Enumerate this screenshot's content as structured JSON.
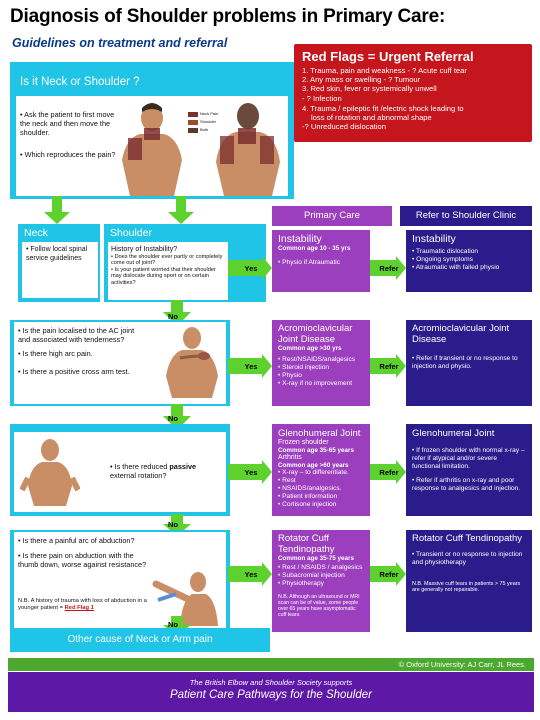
{
  "header": {
    "title": "Diagnosis of Shoulder problems in Primary Care:",
    "subtitle": "Guidelines on treatment and referral"
  },
  "red_flags": {
    "title": "Red Flags = Urgent Referral",
    "items": [
      "1. Trauma, pain and weakness - ? Acute cuff tear",
      "2. Any mass or swelling - ? Tumour",
      "3. Red skin, fever or systemically unwell",
      "- ? Infection",
      "4. Trauma / epileptic fit /electric shock leading to",
      "loss of rotation and abnormal shape",
      "-? Unreduced dislocation"
    ]
  },
  "start": {
    "question": "Is it Neck or Shoulder ?",
    "step1": "• Ask the patient to first move the neck and then move the shoulder.",
    "step2": "• Which reproduces the pain?",
    "legend": [
      "Neck Pain",
      "Shoulder",
      "Both"
    ]
  },
  "column_headers": {
    "primary": "Primary Care",
    "refer": "Refer to Shoulder Clinic"
  },
  "neck": {
    "title": "Neck",
    "text": "• Follow local spinal service guidelines"
  },
  "shoulder": {
    "title": "Shoulder",
    "q": "History of Instability?",
    "b1": "• Does the shoulder ever partly or completely come out of joint?",
    "b2": "• Is your patient worried that their shoulder may dislocate during sport or on certain activities?"
  },
  "labels": {
    "yes": "Yes",
    "no": "No",
    "refer": "Refer"
  },
  "instability": {
    "primary_title": "Instability",
    "primary_age": "Common age 10 - 35 yrs",
    "primary_items": [
      "• Physio if Atraumatic"
    ],
    "refer_title": "Instability",
    "refer_items": [
      "• Traumatic dislocation",
      "• Ongoing symptoms",
      "• Atraumatic with failed physio"
    ]
  },
  "ac": {
    "q1": "• Is the pain localised to the AC joint and associated with tenderness?",
    "q2": "• Is there high arc pain.",
    "q3": "• Is there a positive cross arm test.",
    "primary_title": "Acromioclavicular Joint Disease",
    "primary_age": "Common age >30 yrs",
    "primary_items": [
      "• Rest/NSAIDS/analgesics",
      "• Steroid injection",
      "• Physio",
      "• X-ray if no improvement"
    ],
    "refer_title": "Acromioclavicular Joint Disease",
    "refer_items": [
      "• Refer if transient or no response to injection and physio."
    ]
  },
  "gh": {
    "q1_a": "• Is there reduced ",
    "q1_b": "passive",
    "q1_c": " external rotation?",
    "primary_title": "Glenohumeral Joint",
    "primary_sub1": "Frozen shoulder",
    "primary_age1": "Common age 35-65 years",
    "primary_sub2": "Arthritis",
    "primary_age2": "Common age >60 years",
    "primary_items": [
      "• X-ray – to differentiate.",
      "• Rest",
      "• NSAIDS/analgesics.",
      "• Patient information",
      "• Cortisone injection"
    ],
    "refer_title": "Glenohumeral Joint",
    "refer_items": [
      "• If frozen shoulder with normal x-ray – refer if atypical and/or severe functional limitation.",
      "• Refer if arthritis on x-ray and poor response to analgesics and injection."
    ]
  },
  "rc": {
    "q1": "• Is there a painful arc of abduction?",
    "q2": "• Is there pain on abduction with the thumb down, worse against resistance?",
    "nb": "N.B. A history of trauma with loss of abduction in a younger patient = ",
    "nb_flag": "Red Flag 1",
    "primary_title": "Rotator Cuff Tendinopathy",
    "primary_age": "Common age 35-75 years",
    "primary_items": [
      "• Rest / NSAIDS / analgesics",
      "• Subacromial injection",
      "• Physiotherapy"
    ],
    "primary_nb": "N.B. Although an ultrasound or MRI scan can be of value, some people over 65 years have asymptomatic cuff tears.",
    "refer_title": "Rotator Cuff Tendinopathy",
    "refer_items": [
      "• Transient or no response to injection and physiotherapy"
    ],
    "refer_nb": "N.B. Massive cuff tears in patients > 75 years are generally not repairable."
  },
  "other": {
    "text": "Other cause of Neck or Arm pain"
  },
  "footer": {
    "copyright": "© Oxford University: AJ Carr, JL Rees.",
    "support": "The British Elbow and Shoulder Society supports",
    "pathways": "Patient Care Pathways for the Shoulder"
  },
  "colors": {
    "cyan": "#20c4e6",
    "purple": "#9b3fbf",
    "navy": "#2b1c8c",
    "red": "#c4161c",
    "green": "#4ca82e",
    "footer_purple": "#5e18a6"
  }
}
